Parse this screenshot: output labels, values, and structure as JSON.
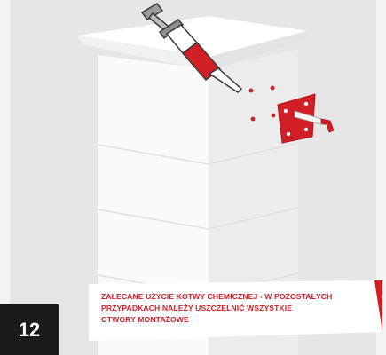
{
  "step": {
    "number": "12"
  },
  "caption": {
    "lines": [
      "ZALECANE UŻYCIE KOTWY CHEMICZNEJ - W POZOSTAŁYCH",
      "PRZYPADKACH NALEŻY USZCZELNIĆ WSZYSTKIE",
      "OTWORY MONTAŻOWE"
    ]
  },
  "colors": {
    "accent": "#d21f26",
    "badge_background": "#1b1b1b",
    "background": "#e6e6e6",
    "pillar": "#f7f7f7"
  },
  "icons": {
    "syringe": "chemical-anchor-syringe",
    "bracket": "mounting-bracket"
  }
}
